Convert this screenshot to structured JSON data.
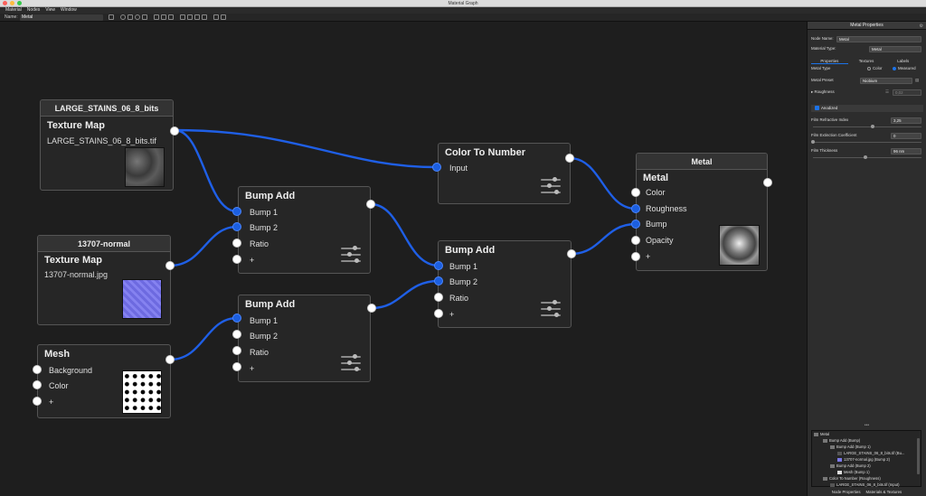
{
  "window": {
    "title": "Material Graph"
  },
  "menu": [
    "Material",
    "Nodes",
    "View",
    "Window"
  ],
  "toolbar": {
    "name_label": "Name:",
    "name_value": "Metal"
  },
  "nodes": {
    "tex1": {
      "header": "LARGE_STAINS_06_8_bits",
      "title": "Texture Map",
      "file": "LARGE_STAINS_06_8_bits.tif"
    },
    "tex2": {
      "header": "13707-normal",
      "title": "Texture Map",
      "file": "13707-normal.jpg"
    },
    "mesh": {
      "title": "Mesh",
      "ports": [
        "Background",
        "Color",
        "+"
      ]
    },
    "bump1": {
      "title": "Bump Add",
      "ports": [
        "Bump 1",
        "Bump 2",
        "Ratio",
        "+"
      ]
    },
    "bump2": {
      "title": "Bump Add",
      "ports": [
        "Bump 1",
        "Bump 2",
        "Ratio",
        "+"
      ]
    },
    "bump3": {
      "title": "Bump Add",
      "ports": [
        "Bump 1",
        "Bump 2",
        "Ratio",
        "+"
      ]
    },
    "ctn": {
      "title": "Color To Number",
      "ports": [
        "Input"
      ]
    },
    "metal": {
      "header": "Metal",
      "title": "Metal",
      "ports": [
        "Color",
        "Roughness",
        "Bump",
        "Opacity",
        "+"
      ]
    }
  },
  "panel": {
    "title": "Metal Properties",
    "node_name_label": "Node Name:",
    "node_name_value": "Metal",
    "material_type_label": "Material Type:",
    "material_type_value": "Metal",
    "tabs": [
      "Properties",
      "Textures",
      "Labels"
    ],
    "metal_type_label": "Metal Type",
    "metal_type_color": "Color",
    "metal_type_measured": "Measured",
    "metal_preset_label": "Metal Preset",
    "metal_preset_value": "Niobium",
    "roughness_label": "Roughness",
    "roughness_value": "0,02",
    "anodized_label": "Anodized",
    "film_ri_label": "Film Refractive Index",
    "film_ri_value": "3,25",
    "film_ec_label": "Film Extinction Coefficient",
    "film_ec_value": "0",
    "film_th_label": "Film Thickness",
    "film_th_value": "96 nm",
    "dots": "•••",
    "tree": [
      "Metal",
      "Bump Add (Bump)",
      "Bump Add (Bump 1)",
      "LARGE_STAINS_06_8_bits.tif (Bu...",
      "13707-normal.jpg (Bump 2)",
      "Bump Add (Bump 2)",
      "Mesh (Bump 1)",
      "Color To Number (Roughness)",
      "LARGE_STAINS_06_8_bits.tif (Input)"
    ],
    "bottom_tabs": [
      "Node Properties",
      "Materials & Textures"
    ]
  },
  "colors": {
    "accent": "#1c5fe0",
    "canvas": "#1e1e1e",
    "node_bg": "#262626",
    "wire": "#1f5fe6"
  }
}
